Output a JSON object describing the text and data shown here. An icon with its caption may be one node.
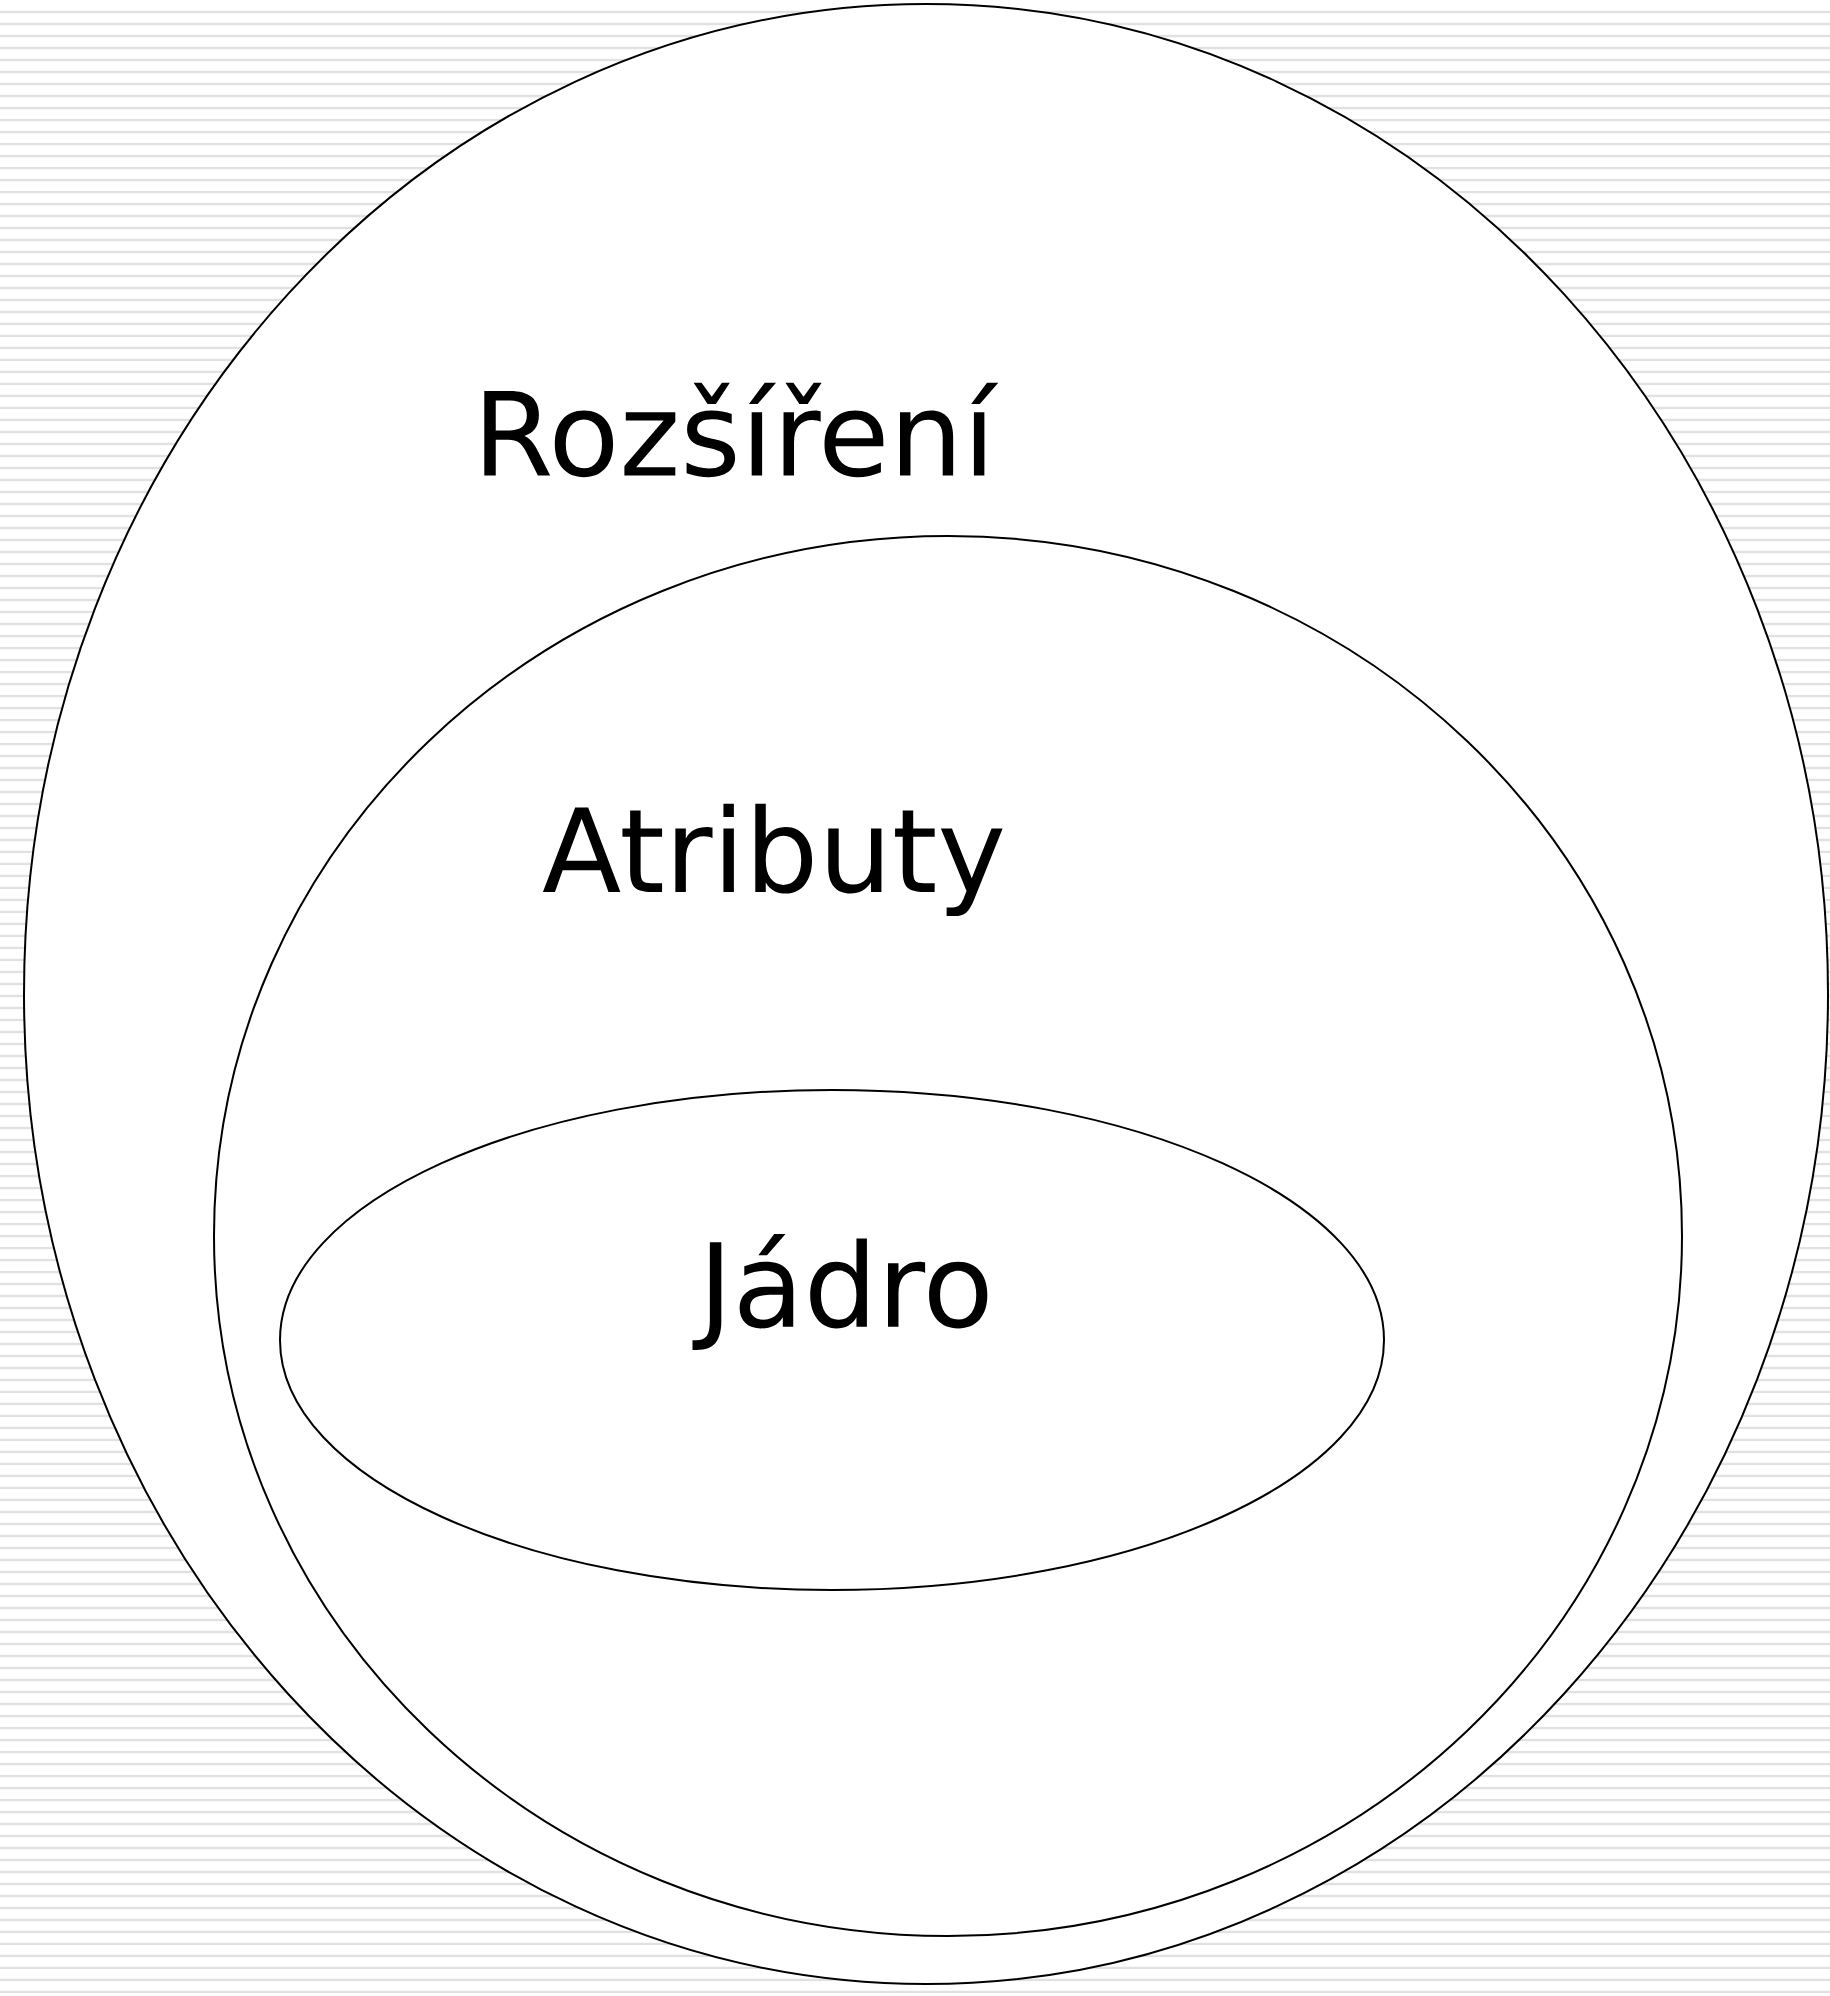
{
  "diagram": {
    "nodes": [
      {
        "text": [
          "Rozšíření"
        ]
      },
      {
        "text": [
          "Atributy"
        ],
        "in": 0
      },
      {
        "text": [
          "Jádro"
        ],
        "in": 1
      }
    ]
  }
}
